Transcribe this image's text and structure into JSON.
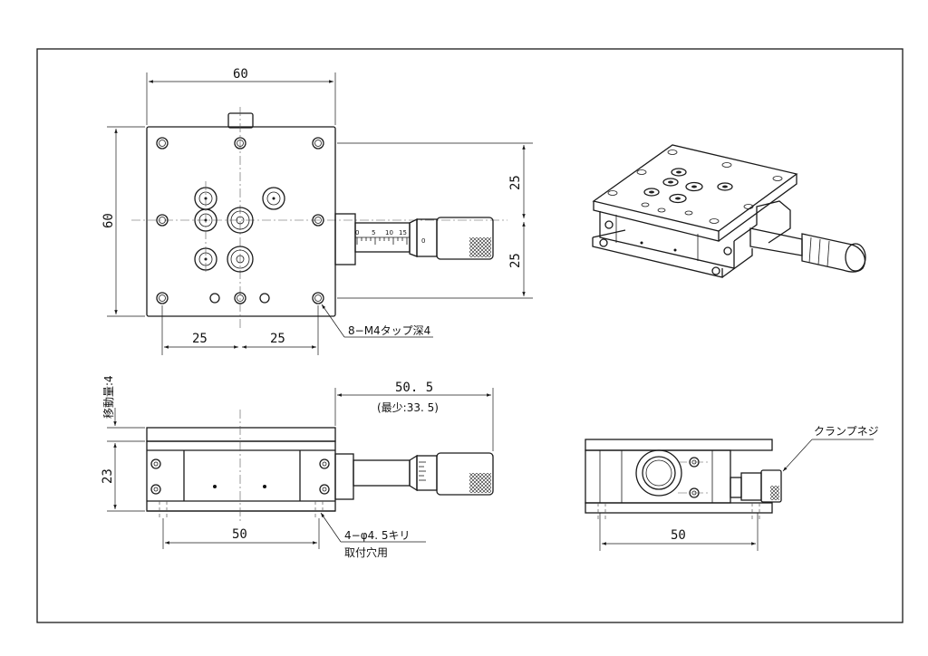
{
  "dimensions": {
    "top_width": "60",
    "top_height": "60",
    "right_upper": "25",
    "right_lower": "25",
    "bottom_left": "25",
    "bottom_right": "25",
    "front_length": "50. 5",
    "front_min": "(最少:33. 5)",
    "front_height": "23",
    "travel": "移動量:4",
    "front_mount": "50",
    "side_mount": "50"
  },
  "annotations": {
    "tap_holes": "8−M4タップ深4",
    "mount_holes_line1": "4−φ4. 5キリ",
    "mount_holes_line2": "取付穴用",
    "clamp_screw": "クランプネジ"
  },
  "micrometer_scale": [
    "0",
    "5",
    "10",
    "15"
  ],
  "thimble_zero": "0"
}
